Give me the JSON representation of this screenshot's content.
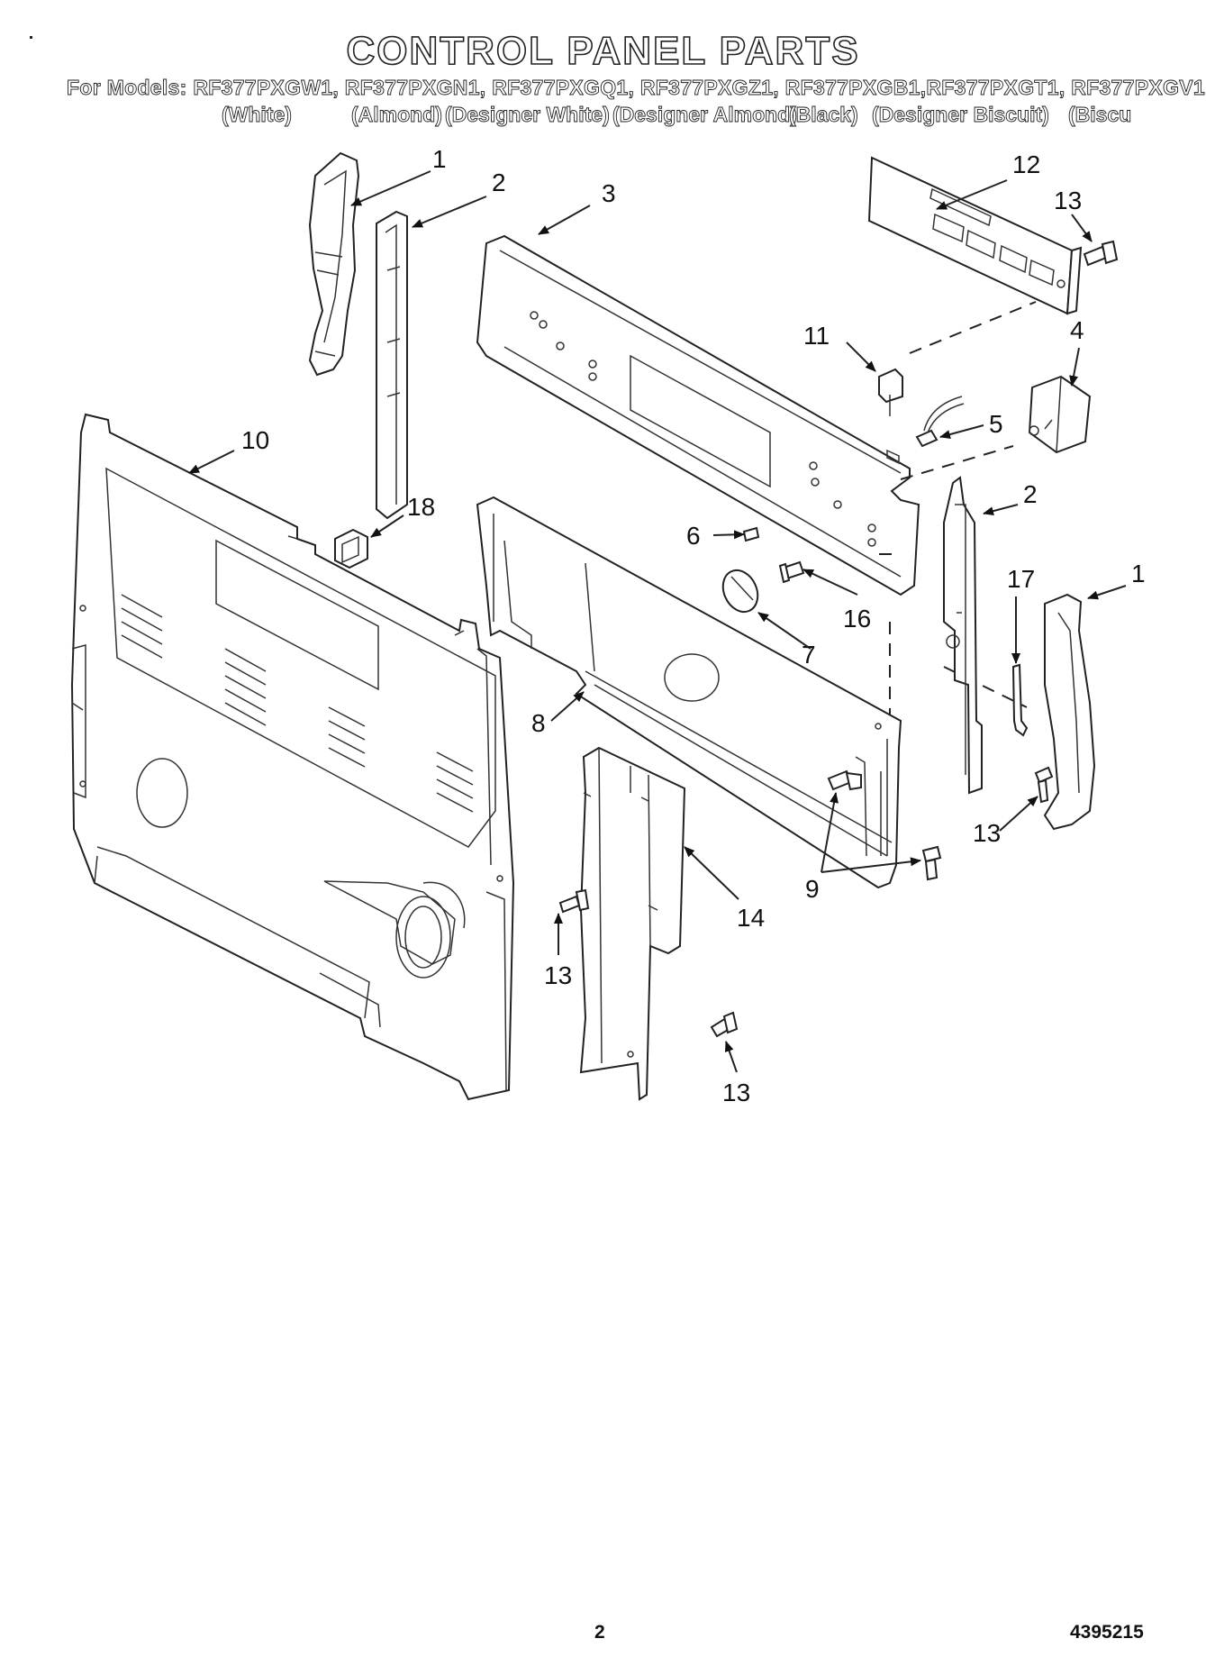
{
  "header": {
    "title": "CONTROL PANEL PARTS",
    "models_line": "For Models: RF377PXGW1, RF377PXGN1, RF377PXGQ1, RF377PXGZ1, RF377PXGB1,RF377PXGT1, RF377PXGV1",
    "colors": [
      "(White)",
      "(Almond)",
      "(Designer White)",
      "(Designer Almond)",
      "(Black)",
      "(Designer Biscuit)",
      "(Biscu"
    ]
  },
  "callouts": [
    "1",
    "2",
    "3",
    "12",
    "13",
    "11",
    "4",
    "5",
    "10",
    "18",
    "2",
    "6",
    "16",
    "7",
    "17",
    "1",
    "8",
    "13",
    "9",
    "14",
    "13",
    "13"
  ],
  "footer": {
    "page": "2",
    "doc_number": "4395215"
  }
}
